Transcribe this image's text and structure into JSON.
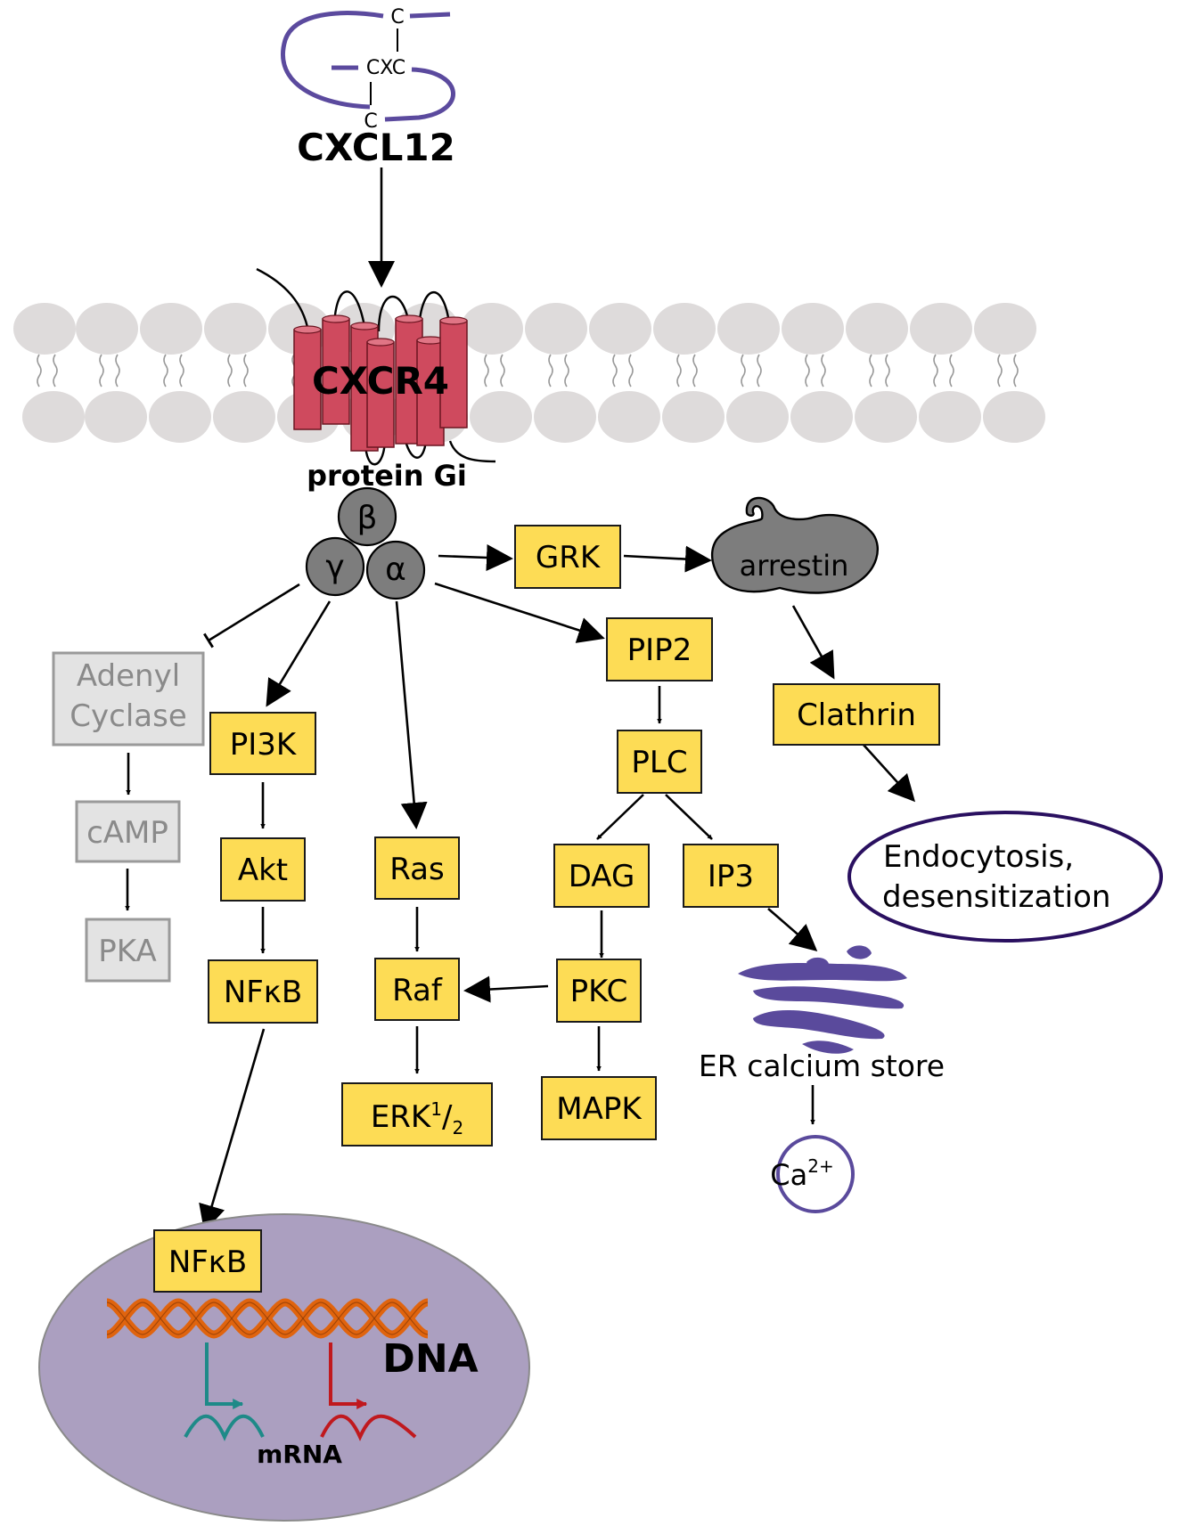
{
  "ligand": {
    "name": "CXCL12",
    "motif_top": "C",
    "motif_middle": "CXC",
    "motif_bottom": "C"
  },
  "receptor": {
    "name": "CXCR4",
    "gprotein": "protein Gi",
    "beta": "β",
    "gamma": "γ",
    "alpha": "α"
  },
  "nodes": {
    "grk": "GRK",
    "arrestin": "arrestin",
    "clathrin": "Clathrin",
    "endocytosis_line1": "Endocytosis,",
    "endocytosis_line2": "desensitization",
    "adenyl_line1": "Adenyl",
    "adenyl_line2": "Cyclase",
    "camp": "cAMP",
    "pka": "PKA",
    "pi3k": "PI3K",
    "akt": "Akt",
    "nfkb": "NFκB",
    "ras": "Ras",
    "raf": "Raf",
    "erk": "ERK",
    "erk_sup": "1",
    "erk_slash": "/",
    "erk_sub": "2",
    "pip2": "PIP2",
    "plc": "PLC",
    "dag": "DAG",
    "pkc": "PKC",
    "mapk": "MAPK",
    "ip3": "IP3",
    "er": "ER calcium store",
    "ca": "Ca",
    "ca_sup": "2+",
    "nucleus_nfkb": "NFκB",
    "dna": "DNA",
    "mrna": "mRNA"
  },
  "colors": {
    "box_fill": "#fddc55",
    "inactive_box": "#e3e3e3",
    "receptor": "#cf4a5e",
    "ligand": "#5b4a9e",
    "membrane": "#dedbdb",
    "gprotein": "#7d7d7d",
    "nucleus": "#ab9fc0",
    "dna": "#e0640e",
    "er": "#5a4a9c",
    "teal": "#1e8a88",
    "red": "#c0191e"
  }
}
